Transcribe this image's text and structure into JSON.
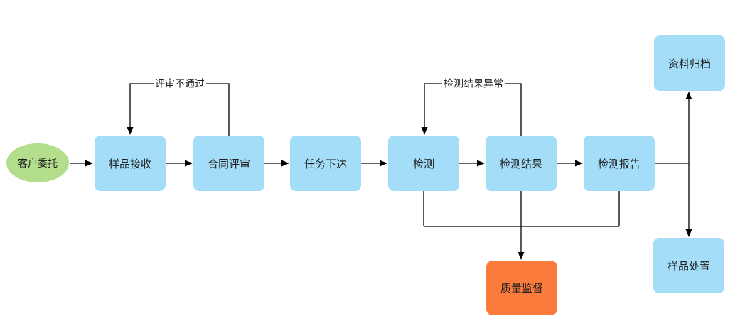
{
  "diagram": {
    "type": "flowchart",
    "nodes": {
      "customer_commission": {
        "label": "客户委托",
        "shape": "ellipse"
      },
      "sample_receipt": {
        "label": "样品接收",
        "shape": "rounded-rect"
      },
      "contract_review": {
        "label": "合同评审",
        "shape": "rounded-rect"
      },
      "task_assignment": {
        "label": "任务下达",
        "shape": "rounded-rect"
      },
      "testing": {
        "label": "检测",
        "shape": "rounded-rect"
      },
      "test_result": {
        "label": "检测结果",
        "shape": "rounded-rect"
      },
      "test_report": {
        "label": "检测报告",
        "shape": "rounded-rect"
      },
      "data_archive": {
        "label": "资料归档",
        "shape": "rounded-rect"
      },
      "sample_disposal": {
        "label": "样品处置",
        "shape": "rounded-rect"
      },
      "quality_supervision": {
        "label": "质量监督",
        "shape": "rounded-rect"
      }
    },
    "edge_labels": {
      "review_failed": "评审不通过",
      "abnormal_result": "检测结果异常"
    },
    "edges": [
      "客户委托 -> 样品接收",
      "样品接收 -> 合同评审",
      "合同评审 -> 任务下达 ",
      "任务下达 -> 检测",
      "检测 -> 检测结果",
      "检测结果 -> 检测报告",
      "合同评审 -> 样品接收 (评审不通过)",
      "检测结果 -> 检测 (检测结果异常)",
      "检测报告 -> 资料归档",
      "检测报告 -> 样品处置",
      "检测 + 检测结果 + 检测报告 -> 质量监督"
    ],
    "colors": {
      "node_fill": "#a4ddf8",
      "start_fill": "#b3de8c",
      "alert_fill": "#fb7b3c",
      "line": "#000000",
      "text": "#1f1f1f"
    }
  }
}
